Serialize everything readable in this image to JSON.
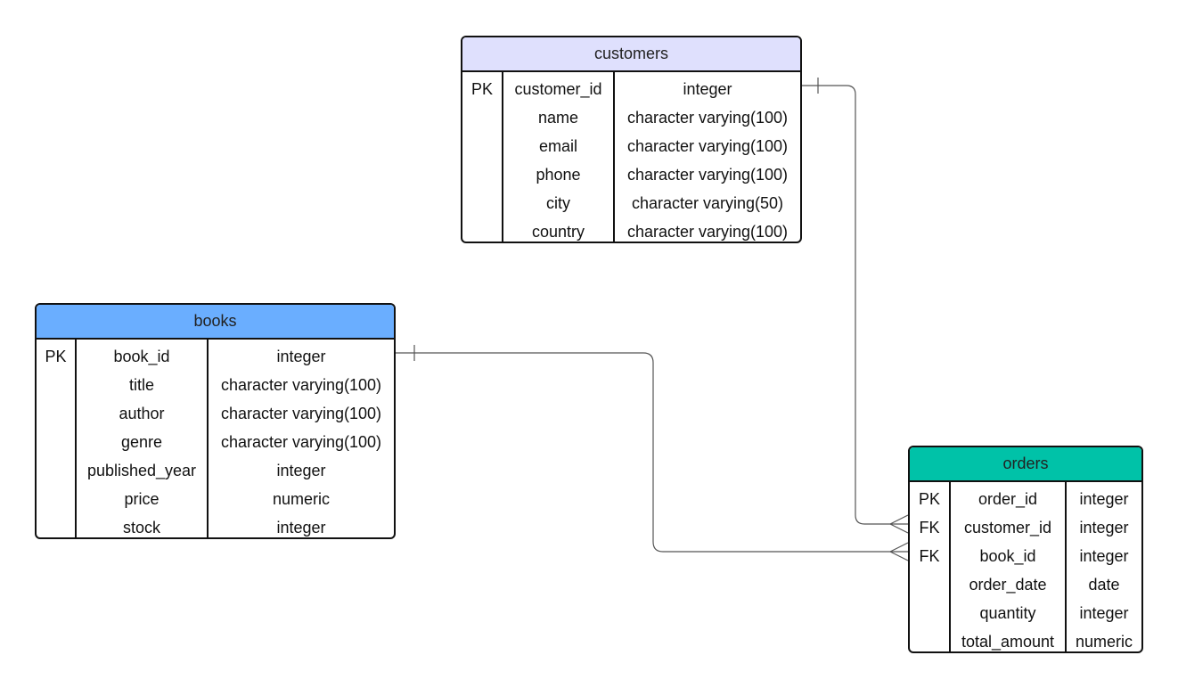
{
  "tables": {
    "customers": {
      "title": "customers",
      "header_color": "#dfe0fd",
      "rows": [
        {
          "key": "PK",
          "name": "customer_id",
          "type": "integer"
        },
        {
          "key": "",
          "name": "name",
          "type": "character varying(100)"
        },
        {
          "key": "",
          "name": "email",
          "type": "character varying(100)"
        },
        {
          "key": "",
          "name": "phone",
          "type": "character varying(100)"
        },
        {
          "key": "",
          "name": "city",
          "type": "character varying(50)"
        },
        {
          "key": "",
          "name": "country",
          "type": "character varying(100)"
        }
      ]
    },
    "books": {
      "title": "books",
      "header_color": "#6aaeff",
      "rows": [
        {
          "key": "PK",
          "name": "book_id",
          "type": "integer"
        },
        {
          "key": "",
          "name": "title",
          "type": "character varying(100)"
        },
        {
          "key": "",
          "name": "author",
          "type": "character varying(100)"
        },
        {
          "key": "",
          "name": "genre",
          "type": "character varying(100)"
        },
        {
          "key": "",
          "name": "published_year",
          "type": "integer"
        },
        {
          "key": "",
          "name": "price",
          "type": "numeric"
        },
        {
          "key": "",
          "name": "stock",
          "type": "integer"
        }
      ]
    },
    "orders": {
      "title": "orders",
      "header_color": "#00c2a8",
      "rows": [
        {
          "key": "PK",
          "name": "order_id",
          "type": "integer"
        },
        {
          "key": "FK",
          "name": "customer_id",
          "type": "integer"
        },
        {
          "key": "FK",
          "name": "book_id",
          "type": "integer"
        },
        {
          "key": "",
          "name": "order_date",
          "type": "date"
        },
        {
          "key": "",
          "name": "quantity",
          "type": "integer"
        },
        {
          "key": "",
          "name": "total_amount",
          "type": "numeric"
        }
      ]
    }
  },
  "relationships": [
    {
      "from": "customers.customer_id",
      "to": "orders.customer_id",
      "cardinality": "one-to-many"
    },
    {
      "from": "books.book_id",
      "to": "orders.book_id",
      "cardinality": "one-to-many"
    }
  ]
}
